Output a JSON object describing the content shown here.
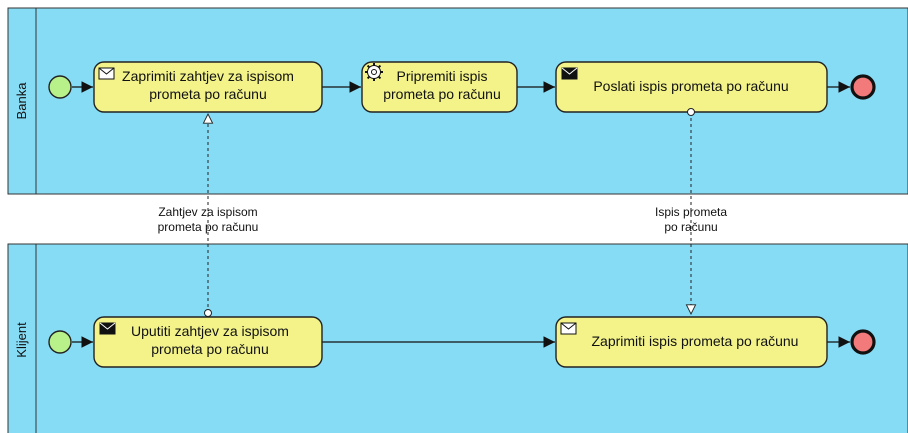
{
  "pools": {
    "banka": {
      "label": "Banka"
    },
    "klijent": {
      "label": "Klijent"
    }
  },
  "tasks": {
    "zaprimiti_zahtjev": {
      "line1": "Zaprimiti zahtjev za ispisom",
      "line2": "prometa po računu",
      "icon": "envelope-open-icon"
    },
    "pripremiti_ispis": {
      "line1": "Pripremiti ispis",
      "line2": "prometa po računu",
      "icon": "gear-icon"
    },
    "poslati_ispis": {
      "line1": "Poslati ispis prometa po računu",
      "icon": "envelope-filled-icon"
    },
    "uputiti_zahtjev": {
      "line1": "Uputiti zahtjev za ispisom",
      "line2": "prometa po računu",
      "icon": "envelope-filled-icon"
    },
    "zaprimiti_ispis": {
      "line1": "Zaprimiti ispis prometa po računu",
      "icon": "envelope-open-icon"
    }
  },
  "message_flows": {
    "zahtjev": {
      "line1": "Zahtjev za ispisom",
      "line2": "prometa po računu"
    },
    "ispis": {
      "line1": "Ispis prometa",
      "line2": "po računu"
    }
  },
  "colors": {
    "pool": "#87dcf5",
    "task": "#f3f38a",
    "start_event": "#b8f08a",
    "end_event": "#f37a7a"
  }
}
